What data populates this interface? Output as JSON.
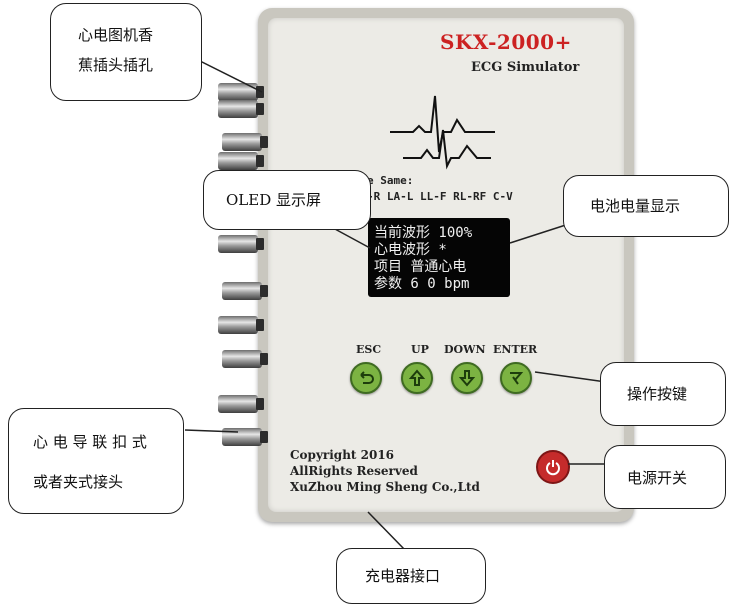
{
  "device": {
    "model": "SKX-2000+",
    "subtitle": "ECG Simulator",
    "lead_label": "e Same:",
    "lead_mapping": "-R LA-L LL-F RL-RF C-V",
    "oled_lines": [
      "当前波形  100%",
      "  心电波形   *",
      "项目  普通心电",
      "参数   6 0 bpm"
    ],
    "buttons": [
      {
        "label": "ESC"
      },
      {
        "label": "UP"
      },
      {
        "label": "DOWN"
      },
      {
        "label": "ENTER"
      }
    ],
    "copyright_lines": [
      "Copyright 2016",
      "AllRights Reserved",
      "XuZhou Ming Sheng  Co.,Ltd"
    ],
    "colors": {
      "title": "#cc2222",
      "button": "#7cb342",
      "power": "#c52b2b",
      "oled_bg": "#050505"
    }
  },
  "callouts": {
    "ecg_jack": [
      "心电图机香",
      "蕉插头插孔"
    ],
    "oled": "OLED 显示屏",
    "battery": "电池电量显示",
    "buttons": "操作按键",
    "lead_connector": [
      "心 电 导 联 扣 式",
      "或者夹式接头"
    ],
    "power": "电源开关",
    "charger": "充电器接口"
  }
}
